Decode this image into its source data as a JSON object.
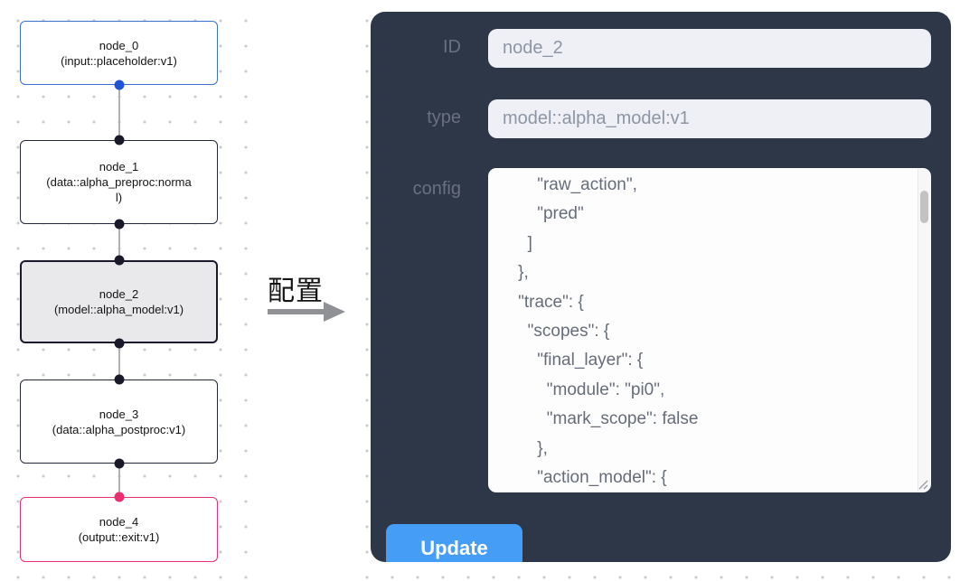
{
  "canvas": {
    "nodes": [
      {
        "id": "node_0",
        "name": "node_0",
        "type_label": "(input::placeholder:v1)",
        "variant": "input",
        "border_color": "#3d6ed6",
        "handle_color": "#1f53d8"
      },
      {
        "id": "node_1",
        "name": "node_1",
        "type_label": "(data::alpha_preproc:normal)",
        "variant": "default",
        "border_color": "#232838",
        "handle_color": "#1a192b"
      },
      {
        "id": "node_2",
        "name": "node_2",
        "type_label": "(model::alpha_model:v1)",
        "variant": "selected",
        "border_color": "#1a192b",
        "handle_color": "#1a192b",
        "fill": "#e9e9eb"
      },
      {
        "id": "node_3",
        "name": "node_3",
        "type_label": "(data::alpha_postproc:v1)",
        "variant": "default",
        "border_color": "#232838",
        "handle_color": "#1a192b"
      },
      {
        "id": "node_4",
        "name": "node_4",
        "type_label": "(output::exit:v1)",
        "variant": "output",
        "border_color": "#ec2d72",
        "handle_color": "#ec2d72"
      }
    ],
    "edge_color": "#b1b1b7",
    "dot_color": "#c9c9cf"
  },
  "transition": {
    "label": "配置",
    "arrow_icon": "right-arrow",
    "arrow_color": "#8f9195"
  },
  "panel": {
    "background": "#2d3748",
    "label_color": "#69707f",
    "fields": [
      {
        "label": "ID",
        "value": "node_2"
      },
      {
        "label": "type",
        "value": "model::alpha_model:v1"
      }
    ],
    "config_label": "config",
    "config_json": "        \"raw_action\",\n        \"pred\"\n      ]\n    },\n    \"trace\": {\n      \"scopes\": {\n        \"final_layer\": {\n          \"module\": \"pi0\",\n          \"mark_scope\": false\n        },\n        \"action_model\": {",
    "update_label": "Update",
    "button_color": "#459df5"
  }
}
